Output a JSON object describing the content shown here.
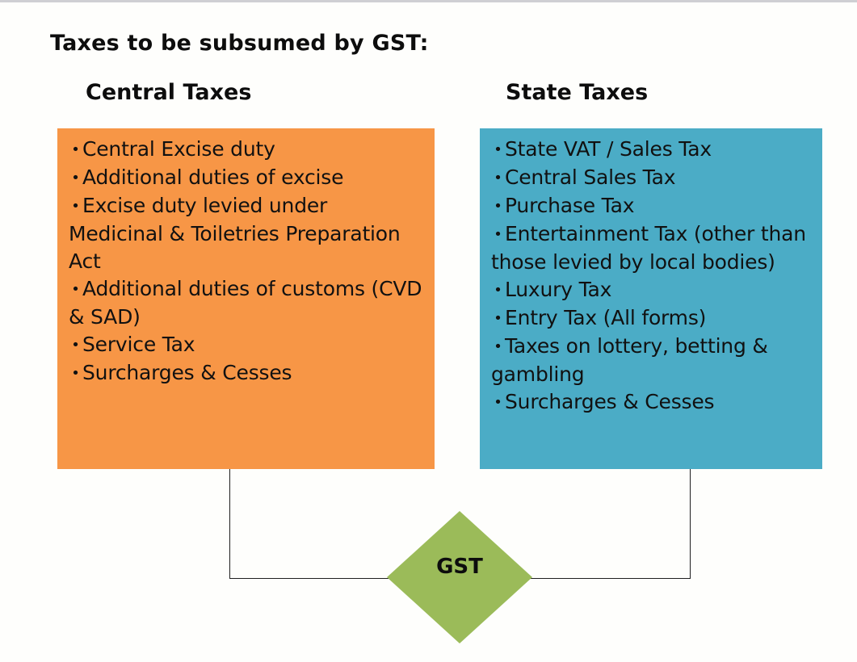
{
  "slide": {
    "title": "Taxes to be subsumed by GST:"
  },
  "central": {
    "heading": "Central Taxes",
    "color": "#f79646",
    "items": [
      "Central Excise duty",
      "Additional duties of excise",
      "Excise duty levied under Medicinal & Toiletries Preparation Act",
      "Additional duties of customs (CVD & SAD)",
      "Service Tax",
      "Surcharges & Cesses"
    ]
  },
  "state": {
    "heading": "State Taxes",
    "color": "#4bacc6",
    "items": [
      "State VAT / Sales Tax",
      "Central Sales Tax",
      "Purchase Tax",
      "Entertainment Tax (other than those levied by local bodies)",
      "Luxury Tax",
      "Entry Tax (All forms)",
      "Taxes on lottery, betting & gambling",
      "Surcharges & Cesses"
    ]
  },
  "merge": {
    "label": "GST",
    "color": "#9bbb59"
  },
  "icons": {
    "bullet": "•"
  }
}
